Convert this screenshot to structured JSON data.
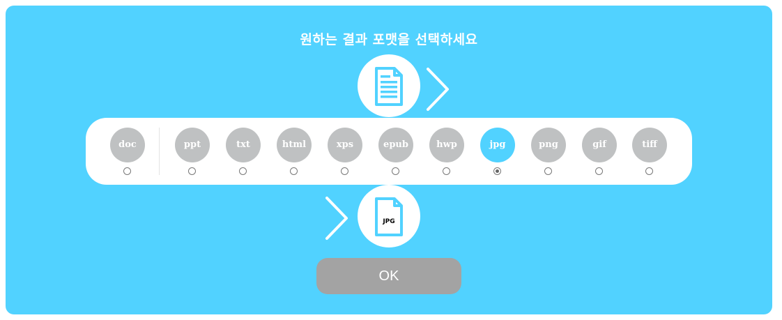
{
  "dialog": {
    "title": "원하는 결과 포맷을 선택하세요",
    "accent_color": "#51d2ff",
    "source_icon": "document-icon",
    "result_icon": "jpg-file-icon",
    "result_icon_label": "JPG",
    "formats": [
      {
        "label": "doc",
        "selected": false
      },
      {
        "label": "ppt",
        "selected": false
      },
      {
        "label": "txt",
        "selected": false
      },
      {
        "label": "html",
        "selected": false
      },
      {
        "label": "xps",
        "selected": false
      },
      {
        "label": "epub",
        "selected": false
      },
      {
        "label": "hwp",
        "selected": false
      },
      {
        "label": "jpg",
        "selected": true
      },
      {
        "label": "png",
        "selected": false
      },
      {
        "label": "gif",
        "selected": false
      },
      {
        "label": "tiff",
        "selected": false
      }
    ],
    "ok_label": "OK"
  }
}
